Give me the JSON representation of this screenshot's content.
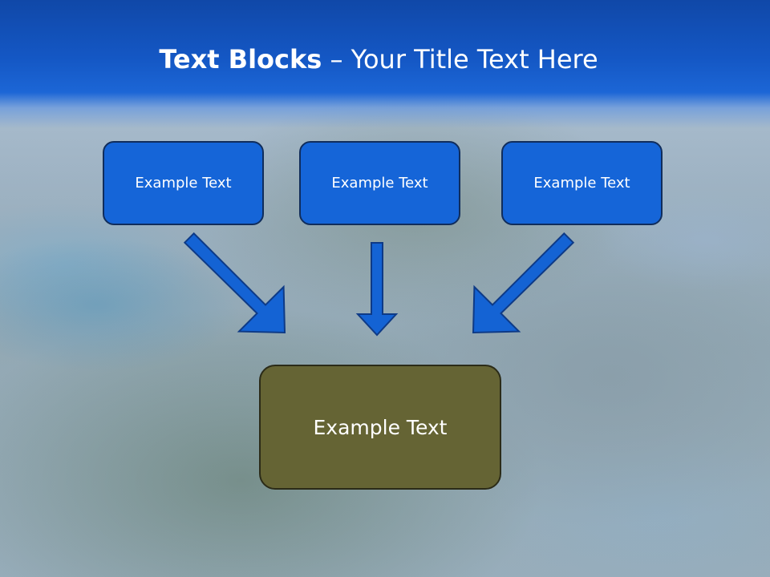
{
  "slide": {
    "title_bold": "Text Blocks",
    "title_separator": " – ",
    "title_rest": "Your Title Text Here"
  },
  "diagram": {
    "source_boxes": [
      {
        "label": "Example Text"
      },
      {
        "label": "Example Text"
      },
      {
        "label": "Example Text"
      }
    ],
    "target_box": {
      "label": "Example Text"
    },
    "arrow_direction": "converging-down"
  },
  "colors": {
    "title_band": "#1457c4",
    "box_blue": "#1565d8",
    "box_olive": "#656434",
    "arrow": "#1463d4",
    "text": "#ffffff"
  }
}
